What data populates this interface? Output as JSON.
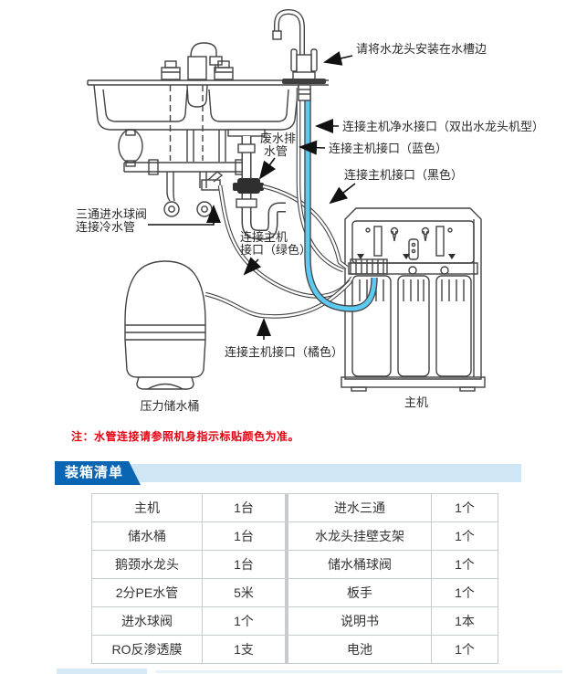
{
  "diagram": {
    "labels": {
      "faucet_install": "请将水龙头安装在水槽边",
      "purified_port": "连接主机净水接口（双出水龙头机型）",
      "blue_port": "连接主机接口（蓝色）",
      "black_port": "连接主机接口（黑色）",
      "waste_line1": "废水排",
      "waste_line2": "水管",
      "threeway_line1": "三通进水球阀",
      "threeway_line2": "连接冷水管",
      "green_line1": "连接主机",
      "green_line2": "接口（绿色）",
      "orange_port": "连接主机接口（橘色）",
      "tank_caption": "压力储水桶",
      "main_caption": "主机"
    },
    "tube_color": "#5bc9f1",
    "line_color": "#434343"
  },
  "note": "注：水管连接请参照机身指示标贴颜色为准。",
  "section": {
    "title": "装箱清单"
  },
  "packing_list": {
    "rows": [
      {
        "item1": "主机",
        "qty1": "1台",
        "item2": "进水三通",
        "qty2": "1个"
      },
      {
        "item1": "储水桶",
        "qty1": "1台",
        "item2": "水龙头挂壁支架",
        "qty2": "1个"
      },
      {
        "item1": "鹅颈水龙头",
        "qty1": "1台",
        "item2": "储水桶球阀",
        "qty2": "1个"
      },
      {
        "item1": "2分PE水管",
        "qty1": "5米",
        "item2": "板手",
        "qty2": "1个"
      },
      {
        "item1": "进水球阀",
        "qty1": "1个",
        "item2": "说明书",
        "qty2": "1本"
      },
      {
        "item1": "RO反渗透膜",
        "qty1": "1支",
        "item2": "电池",
        "qty2": "1个"
      }
    ]
  },
  "colors": {
    "header_dark_blue": "#0a66b2",
    "header_light_blue": "#cfe7f5",
    "note_red": "#e60012",
    "table_border": "#c6cbd0"
  }
}
